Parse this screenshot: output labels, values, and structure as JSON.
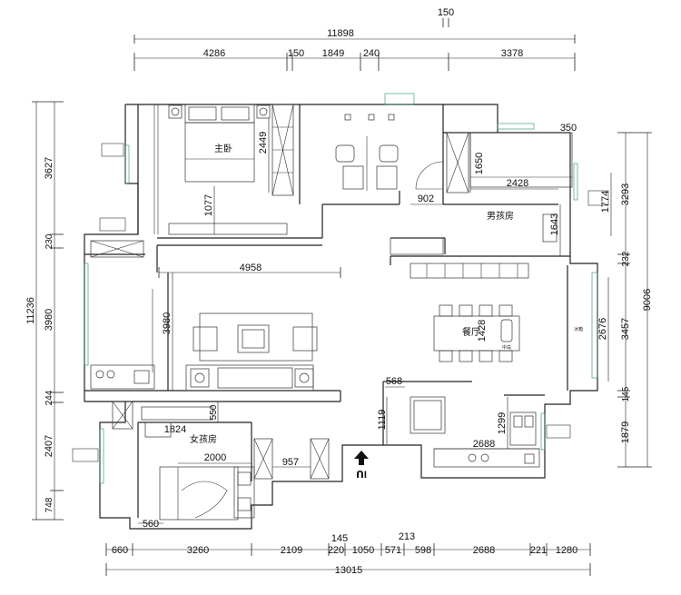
{
  "rooms": {
    "master_bedroom": "主卧",
    "boy_room": "男孩房",
    "dining": "餐厅",
    "girl_room": "女孩房",
    "entry_mark": "入口",
    "fridge_label": "冰箱",
    "center_label": "中岛"
  },
  "dimensions": {
    "top": {
      "overall": "11898",
      "small_150_top": "150",
      "d4286": "4286",
      "d150": "150",
      "d1849": "1849",
      "d240": "240",
      "d3378": "3378"
    },
    "bottom": {
      "d660": "660",
      "d3260": "3260",
      "d2109": "2109",
      "d220": "220",
      "d1050": "1050",
      "d571": "571",
      "d598": "598",
      "d2688": "2688",
      "d221": "221",
      "d1280": "1280",
      "d145": "145",
      "d213": "213",
      "overall": "13015"
    },
    "left": {
      "overall": "11236",
      "d3627": "3627",
      "d230": "230",
      "d3980": "3980",
      "d244": "244",
      "d2407": "2407",
      "d748": "748"
    },
    "right": {
      "overall": "9006",
      "d3293": "3293",
      "d232": "232",
      "d3457": "3457",
      "d145": "145",
      "d1879": "1879"
    },
    "interior": {
      "d2449": "2449",
      "d1077": "1077",
      "d4958": "4958",
      "d3980": "3980",
      "d902": "902",
      "d1650": "1650",
      "d2428": "2428",
      "d350": "350",
      "d1774": "1774",
      "d1643": "1643",
      "d2676": "2676",
      "d1428": "1428",
      "d568": "568",
      "d1119": "1119",
      "d1299": "1299",
      "d2688": "2688",
      "d550": "550",
      "d1824": "1824",
      "d2000": "2000",
      "d957": "957",
      "d560": "560"
    }
  },
  "colors": {
    "line": "#222222",
    "window": "#2a8a6a"
  }
}
